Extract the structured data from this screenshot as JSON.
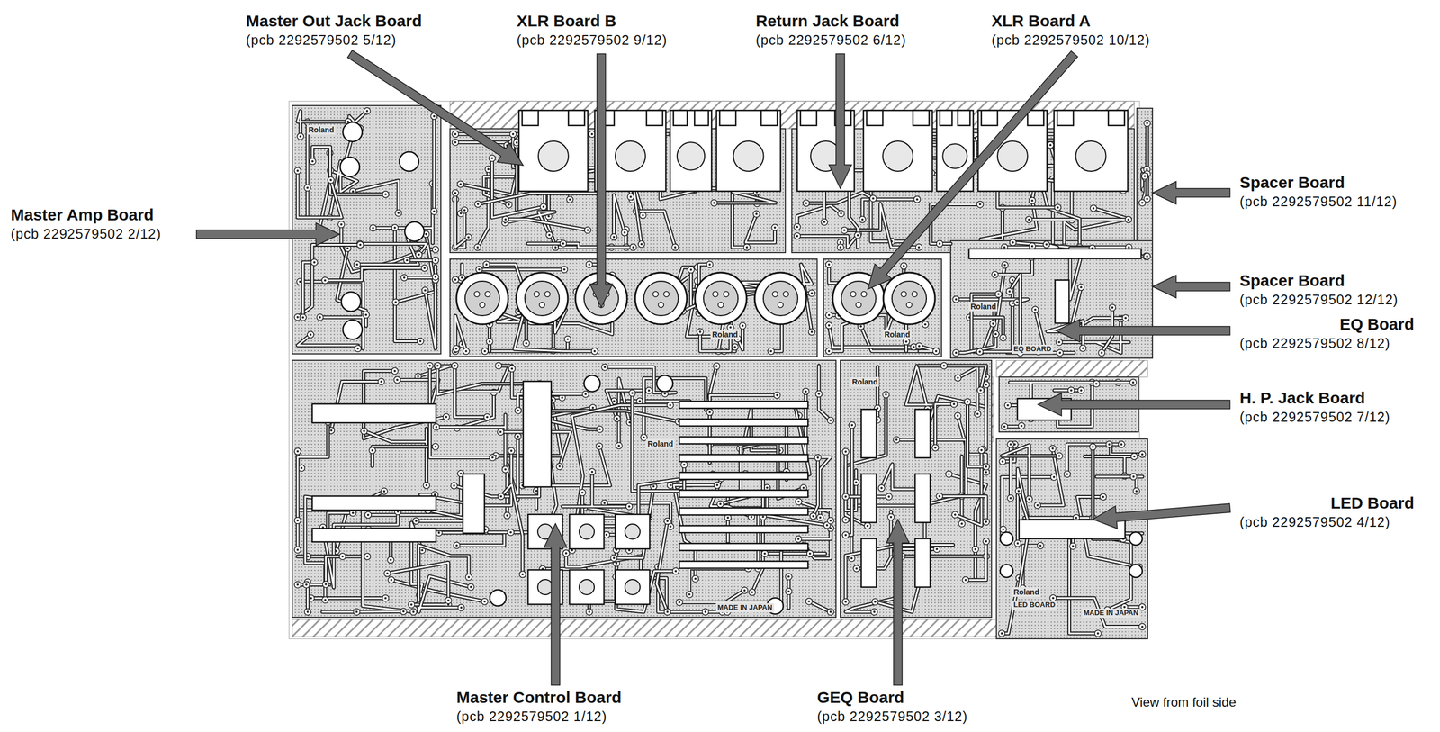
{
  "diagram": {
    "labels": [
      "Master Out Jack Board",
      "(pcb 2292579502 5/12)",
      "XLR Board B",
      "(pcb 2292579502 9/12)",
      "Return Jack Board",
      "(pcb 2292579502 6/12)",
      "XLR Board A",
      "(pcb 2292579502 10/12)",
      "Master Amp Board",
      "(pcb 2292579502 2/12)",
      "Spacer Board",
      "(pcb 2292579502 11/12)",
      "Spacer Board",
      "(pcb 2292579502 12/12)",
      "EQ Board",
      "(pcb 2292579502 8/12)",
      "H. P. Jack Board",
      "(pcb 2292579502 7/12)",
      "LED Board",
      "(pcb 2292579502 4/12)",
      "Master Control Board",
      "(pcb 2292579502 1/12)",
      "GEQ Board",
      "(pcb 2292579502 3/12)",
      "View from foil side",
      "Roland",
      "Roland",
      "Roland",
      "Roland",
      "Roland",
      "Roland",
      "EQ BOARD",
      "Roland",
      "LED BOARD",
      "MADE IN JAPAN",
      "MADE IN JAPAN"
    ]
  }
}
